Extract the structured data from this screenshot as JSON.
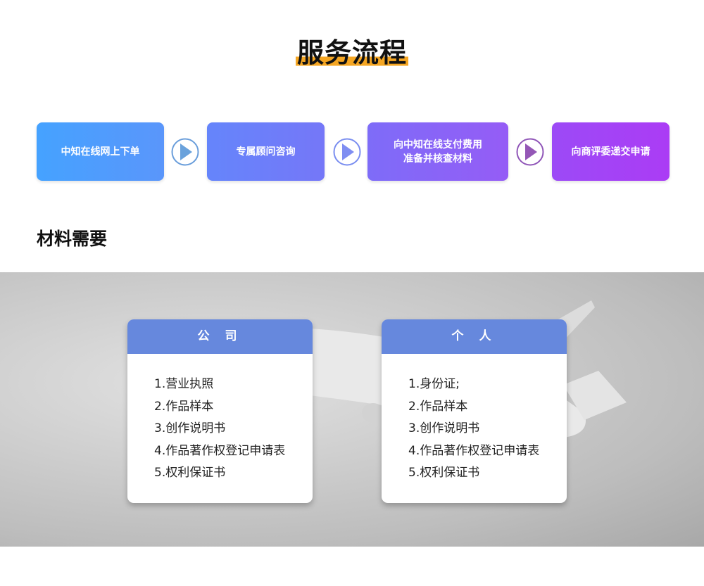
{
  "title": "服务流程",
  "steps": [
    {
      "label": "中知在线网上下单"
    },
    {
      "label": "专属顾问咨询"
    },
    {
      "line1": "向中知在线支付费用",
      "line2": "准备并核查材料"
    },
    {
      "label": "向商评委递交申请"
    }
  ],
  "materials_heading": "材料需要",
  "cards": [
    {
      "title": "公 司",
      "items": [
        "1.营业执照",
        "2.作品样本",
        "3.创作说明书",
        "4.作品著作权登记申请表",
        "5.权利保证书"
      ]
    },
    {
      "title": "个 人",
      "items": [
        "1.身份证;",
        "2.作品样本",
        "3.创作说明书",
        "4.作品著作权登记申请表",
        "5.权利保证书"
      ]
    }
  ],
  "colors": {
    "accent": "#f5a623",
    "card_header": "#6688dd",
    "step1": "#44a0ff",
    "step4": "#a83cf4"
  }
}
